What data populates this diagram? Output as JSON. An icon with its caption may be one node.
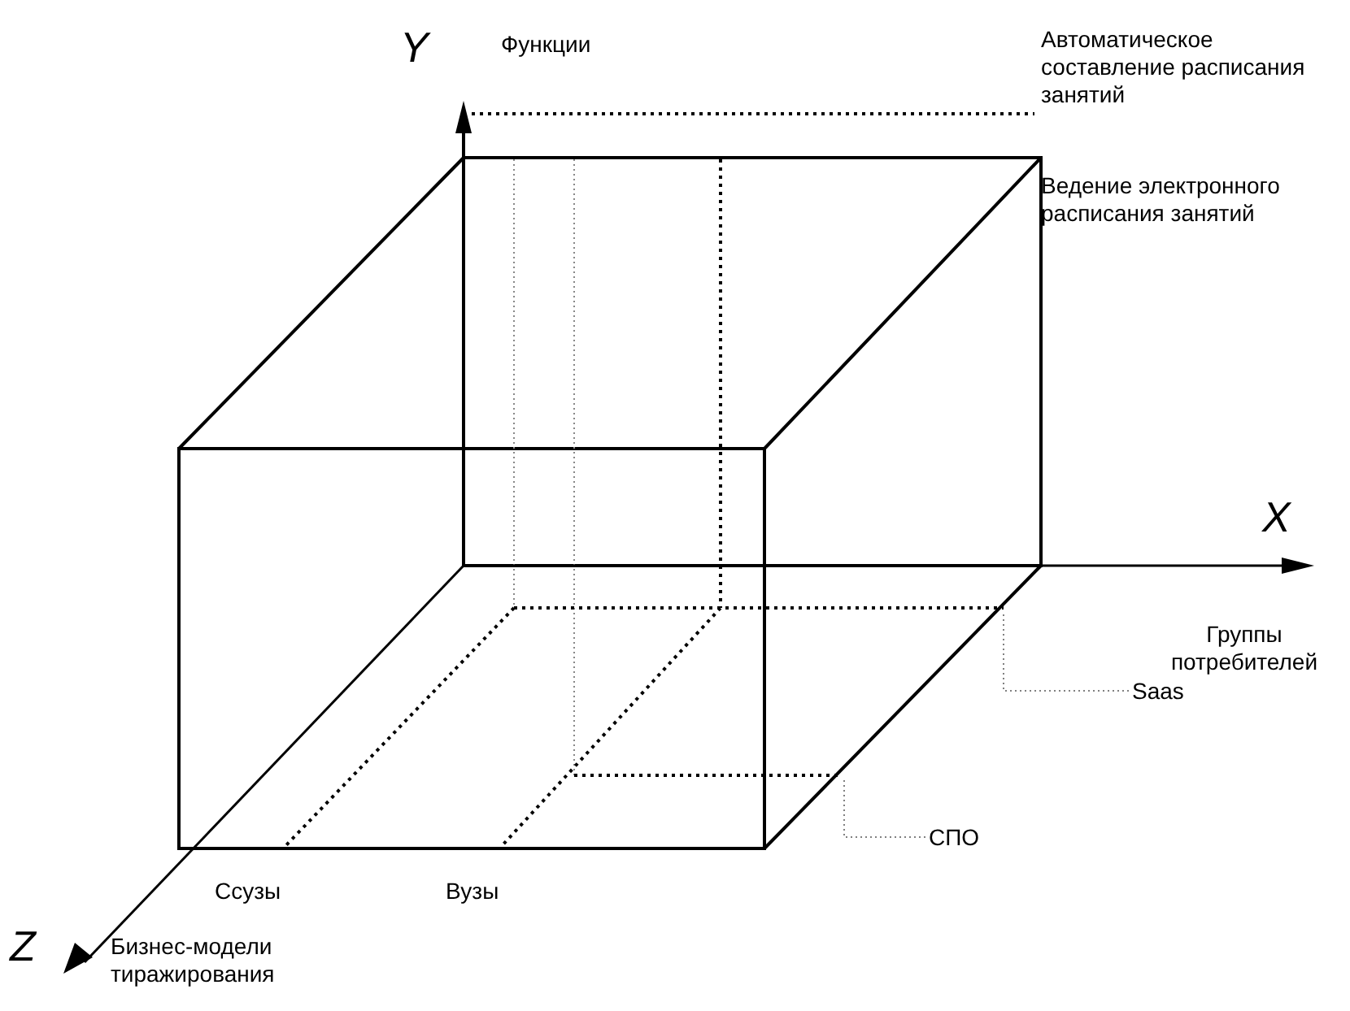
{
  "diagram": {
    "nodes": [
      {
        "text": [
          "Saas"
        ]
      },
      {
        "text": [
          "СПО"
        ]
      }
    ],
    "edges": [
      {
        "from": 0,
        "to": null,
        "arrow": "none",
        "style": "dashed",
        "color": "#808080"
      },
      {
        "from": 1,
        "to": null,
        "arrow": "none",
        "style": "dashed",
        "color": "#808080"
      }
    ],
    "labels": [
      "Y",
      "Функции",
      "Автоматическое составление расписания занятий",
      "Ведение электронного расписания занятий",
      "X",
      "Группы потребителей",
      "Ссузы",
      "Вузы",
      "Z",
      "Бизнес-модели тиражирования"
    ]
  }
}
